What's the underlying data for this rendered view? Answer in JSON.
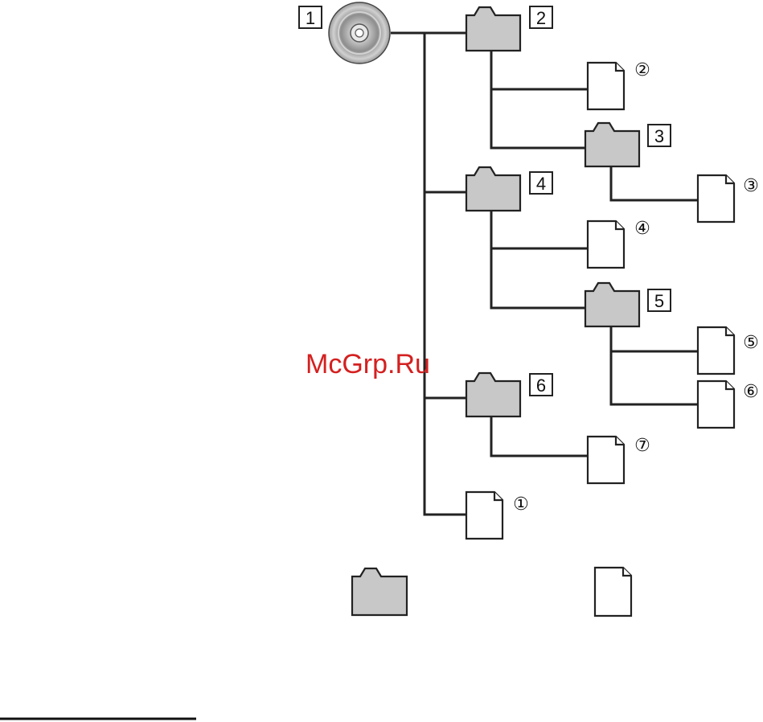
{
  "root_label": "1",
  "folder_labels": [
    "2",
    "3",
    "4",
    "5",
    "6"
  ],
  "file_labels": [
    "①",
    "②",
    "③",
    "④",
    "⑤",
    "⑥",
    "⑦"
  ],
  "watermark": "McGrp.Ru",
  "colors": {
    "folder_fill": "#c8c8c8",
    "outline": "#222222",
    "watermark": "#d42020"
  },
  "icons": [
    "disc-icon",
    "folder-icon",
    "file-icon"
  ]
}
